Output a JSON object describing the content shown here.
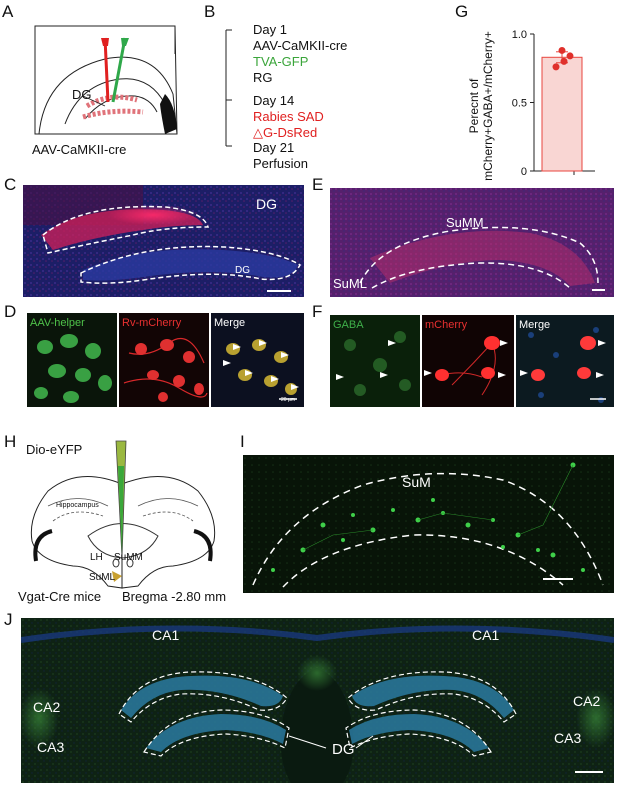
{
  "panels": {
    "A": {
      "label": "A",
      "region": "DG",
      "virus": "AAV-CaMKII-cre"
    },
    "B": {
      "label": "B",
      "steps": [
        {
          "day": "Day 1",
          "items": [
            {
              "text": "AAV-CaMKII-cre",
              "color": "#111111"
            },
            {
              "text": "TVA-GFP",
              "color": "#3aa53a"
            },
            {
              "text": "RG",
              "color": "#111111"
            }
          ]
        },
        {
          "day": "Day 14",
          "items": [
            {
              "text": "Rabies SAD",
              "color": "#e02020"
            },
            {
              "text": "△G-DsRed",
              "color": "#e02020"
            }
          ]
        },
        {
          "day": "Day 21",
          "items": [
            {
              "text": "Perfusion",
              "color": "#111111"
            }
          ]
        }
      ]
    },
    "C": {
      "label": "C",
      "top_label": "DG",
      "inner_label": "DG"
    },
    "D": {
      "label": "D",
      "tiles": [
        "AAV-helper",
        "Rv-mCherry",
        "Merge"
      ],
      "scale": "20 µm"
    },
    "E": {
      "label": "E",
      "top_label": "SuMM",
      "side_label": "SuML"
    },
    "F": {
      "label": "F",
      "tiles": [
        "GABA",
        "mCherry",
        "Merge"
      ]
    },
    "G": {
      "label": "G"
    },
    "H": {
      "label": "H",
      "virus": "Dio-eYFP",
      "structures": [
        "LH",
        "SuMM",
        "SuML"
      ],
      "region_small": "Hippocampus",
      "mouse": "Vgat-Cre mice",
      "bregma": "Bregma -2.80 mm"
    },
    "I": {
      "label": "I",
      "region": "SuM"
    },
    "J": {
      "label": "J",
      "regions": [
        "CA1",
        "CA1",
        "CA2",
        "CA2",
        "CA3",
        "CA3",
        "DG"
      ]
    }
  },
  "chart_data": {
    "type": "bar",
    "categories": [
      ""
    ],
    "values": [
      0.83
    ],
    "error": [
      0.04
    ],
    "points": [
      0.88,
      0.84,
      0.76,
      0.8
    ],
    "title": "",
    "xlabel": "",
    "ylabel": "Perecnt of mCherry+GABA+/mCherry+",
    "ylabel_lines": [
      "Perecnt of",
      "mCherry+GABA+/mCherry+"
    ],
    "ylim": [
      0,
      1.0
    ],
    "yticks": [
      "0",
      "0.5",
      "1.0"
    ],
    "colors": {
      "bar_fill": "#f9d6d3",
      "bar_edge": "#e8463f",
      "point": "#e0302b"
    }
  }
}
